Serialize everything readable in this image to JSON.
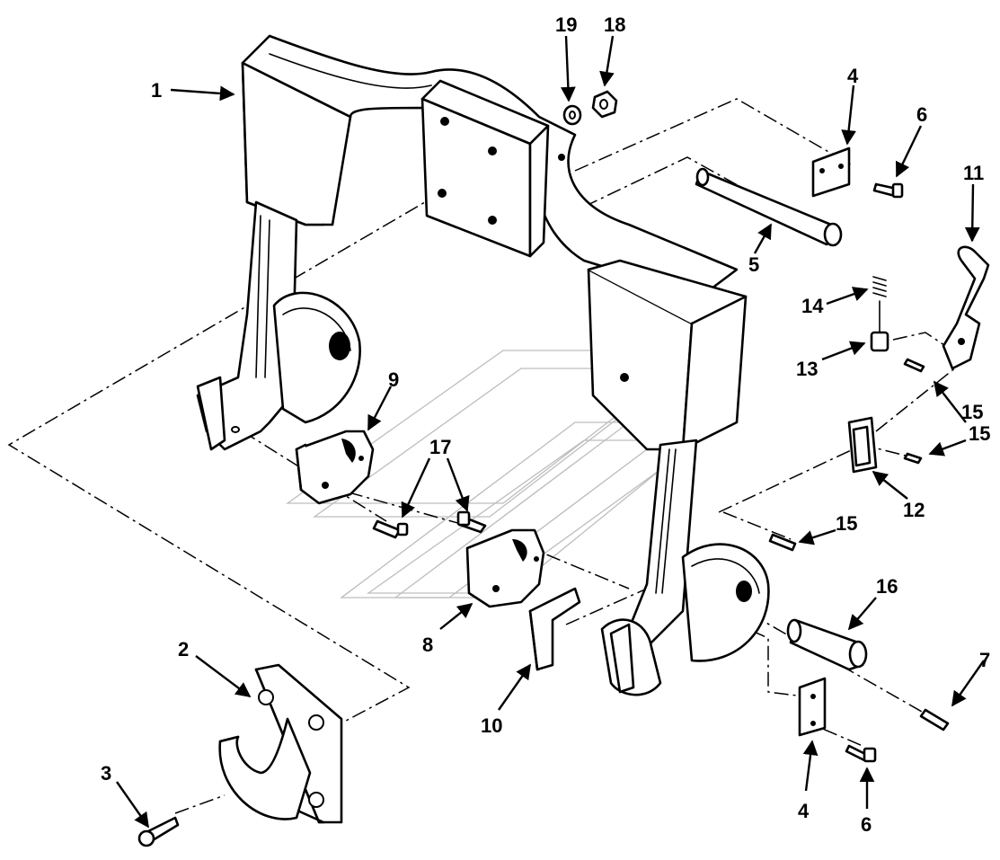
{
  "callouts": [
    {
      "id": "c1",
      "label": "1"
    },
    {
      "id": "c2",
      "label": "2"
    },
    {
      "id": "c3",
      "label": "3"
    },
    {
      "id": "c4a",
      "label": "4"
    },
    {
      "id": "c4b",
      "label": "4"
    },
    {
      "id": "c5",
      "label": "5"
    },
    {
      "id": "c6a",
      "label": "6"
    },
    {
      "id": "c6b",
      "label": "6"
    },
    {
      "id": "c7",
      "label": "7"
    },
    {
      "id": "c8",
      "label": "8"
    },
    {
      "id": "c9",
      "label": "9"
    },
    {
      "id": "c10",
      "label": "10"
    },
    {
      "id": "c11",
      "label": "11"
    },
    {
      "id": "c12",
      "label": "12"
    },
    {
      "id": "c13",
      "label": "13"
    },
    {
      "id": "c14",
      "label": "14"
    },
    {
      "id": "c15a",
      "label": "15"
    },
    {
      "id": "c15b",
      "label": "15"
    },
    {
      "id": "c15c",
      "label": "15"
    },
    {
      "id": "c16",
      "label": "16"
    },
    {
      "id": "c17a",
      "label": "17"
    },
    {
      "id": "c18",
      "label": "18"
    },
    {
      "id": "c19",
      "label": "19"
    }
  ]
}
